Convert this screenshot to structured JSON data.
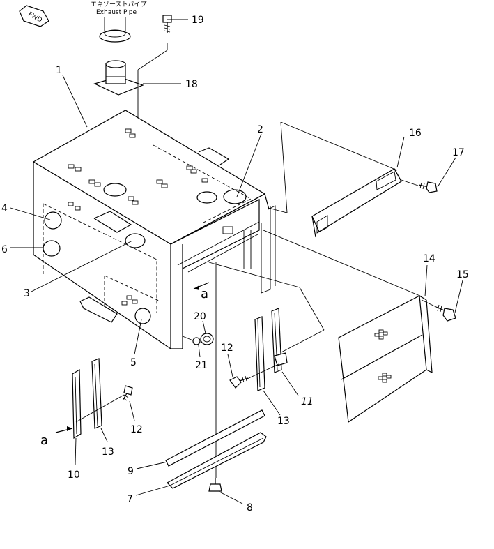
{
  "fwd_badge": "FWD",
  "exhaust_pipe": {
    "label_jp": "エキゾーストパイプ",
    "label_en": "Exhaust Pipe"
  },
  "callouts": {
    "c1": "1",
    "c2": "2",
    "c3": "3",
    "c4": "4",
    "c5": "5",
    "c6": "6",
    "c7": "7",
    "c8": "8",
    "c9": "9",
    "c10": "10",
    "c11": "11",
    "c12a": "12",
    "c12b": "12",
    "c13a": "13",
    "c13b": "13",
    "c14": "14",
    "c15": "15",
    "c16": "16",
    "c17": "17",
    "c18": "18",
    "c19": "19",
    "c20": "20",
    "c21": "21"
  },
  "view_markers": {
    "a_top": "a",
    "a_bottom": "a"
  }
}
